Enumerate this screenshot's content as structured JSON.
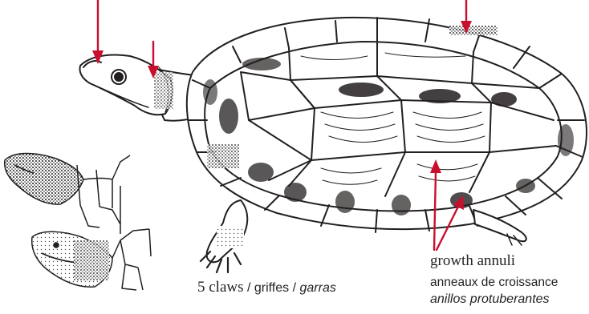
{
  "labels": {
    "claws": {
      "main": "5 claws",
      "sep1": " / ",
      "fr": "griffes",
      "sep2": " / ",
      "es": "garras"
    },
    "annuli": {
      "main": "growth annuli",
      "fr": "anneaux de croissance",
      "es": "anillos protuberantes"
    }
  },
  "colors": {
    "arrow": "#c8102e",
    "ink": "#231f20",
    "shade": "#3a3a3a"
  },
  "icons": [
    "arrow-down-icon"
  ]
}
